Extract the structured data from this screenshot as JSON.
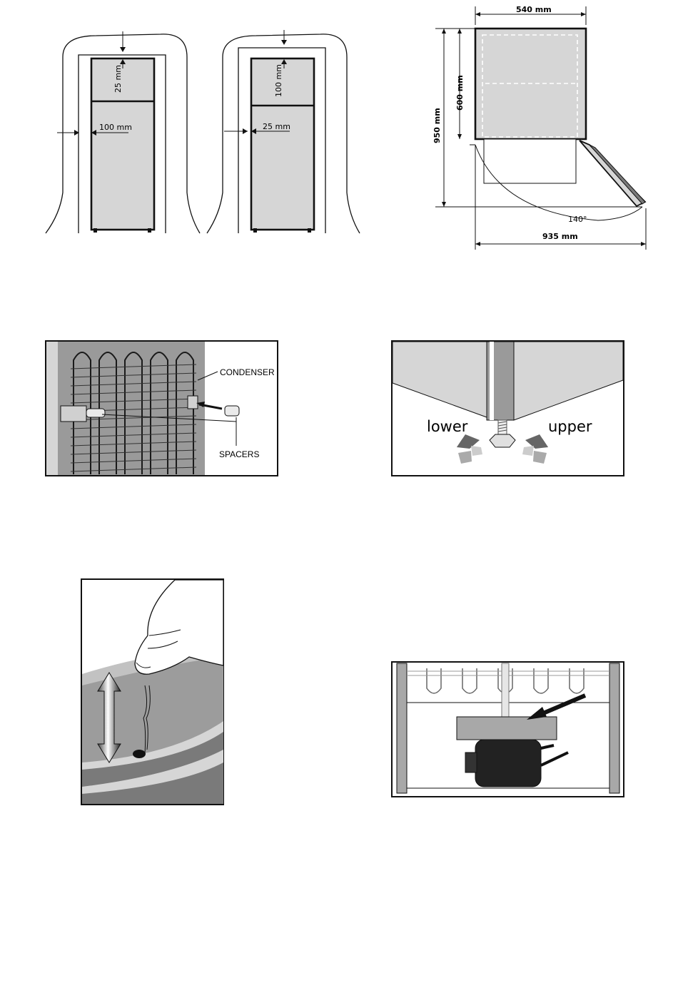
{
  "clearance_a": {
    "top": "25 mm",
    "side": "100 mm"
  },
  "clearance_b": {
    "top": "100 mm",
    "side": "25 mm"
  },
  "dimensions": {
    "width": "540 mm",
    "depth": "600 mm",
    "height": "950 mm",
    "angle": "140°",
    "total_depth": "935 mm"
  },
  "condenser": {
    "condenser_label": "CONDENSER",
    "spacers_label": "SPACERS"
  },
  "leveling": {
    "lower_label": "lower",
    "upper_label": "upper"
  },
  "colors": {
    "panel_gray": "#d6d6d6",
    "dark_gray": "#7a7a7a",
    "outline": "#111111"
  }
}
